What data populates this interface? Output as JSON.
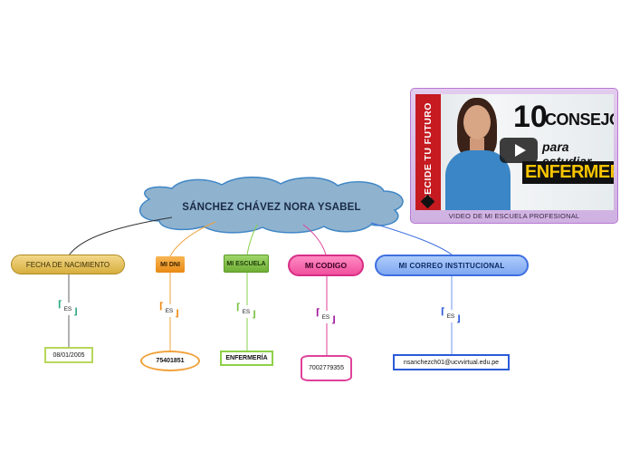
{
  "central": {
    "title": "SÁNCHEZ CHÁVEZ NORA YSABEL",
    "color": "#8fb3cf"
  },
  "relation_label": "ES",
  "branches": [
    {
      "id": "fecha",
      "label": "FECHA DE NACIMIENTO",
      "value": "08/01/2005",
      "color": "#d7ae3e"
    },
    {
      "id": "dni",
      "label": "MI DNI",
      "value": "75401851",
      "color": "#e88a14"
    },
    {
      "id": "escuela",
      "label": "MI ESCUELA",
      "value": "ENFERMERÍA",
      "color": "#7bc142"
    },
    {
      "id": "codigo",
      "label": "MI CODIGO",
      "value": "7002779355",
      "color": "#e0419a"
    },
    {
      "id": "correo",
      "label": "MI CORREO INSTITUCIONAL",
      "value": "nsanchezch01@ucvvirtual.edu.pe",
      "color": "#3d6fe0"
    }
  ],
  "video": {
    "caption": "VIDEO DE MI ESCUELA PROFESIONAL",
    "thumbnail": {
      "banner": "DECIDE TU FUTURO",
      "number": "10",
      "line1": "CONSEJOS",
      "line2": "para estudiar",
      "line3": "ENFERMERÍA"
    },
    "play_icon": "play-icon"
  }
}
